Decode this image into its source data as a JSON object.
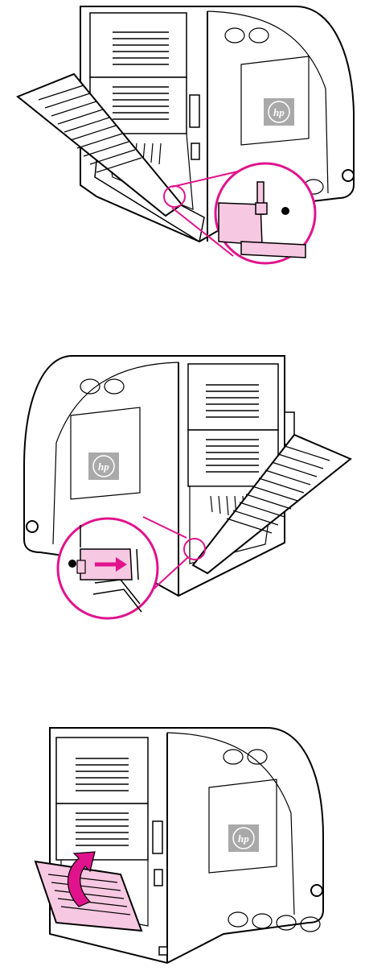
{
  "brand": {
    "logo_text": "hp"
  },
  "colors": {
    "accent": "#e0138c",
    "highlight_fill": "#f7c8e1",
    "outline": "#000000",
    "logo_plate": "#a9a9a9",
    "panel": "#ffffff"
  },
  "steps": [
    {
      "id": "step-1",
      "icons": [
        "printer-rear-view-icon",
        "open-duplex-door-icon",
        "magnifier-callout-icon",
        "lever-icon"
      ]
    },
    {
      "id": "step-2",
      "icons": [
        "printer-rear-view-icon",
        "open-duplex-door-icon",
        "magnifier-callout-icon",
        "slide-right-arrow-icon"
      ]
    },
    {
      "id": "step-3",
      "icons": [
        "printer-rear-view-icon",
        "close-door-curved-arrow-icon"
      ]
    }
  ]
}
